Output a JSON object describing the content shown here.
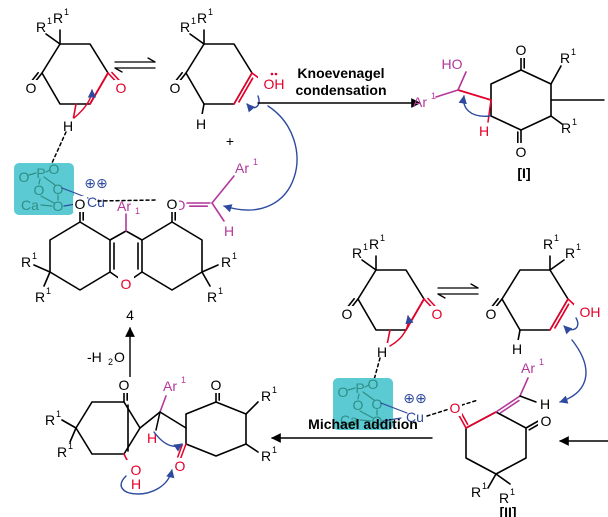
{
  "colors": {
    "bond": "#000000",
    "red": "#e4002b",
    "magenta": "#b4379b",
    "blue": "#2e4a9e",
    "teal": "#2f8f87",
    "catalyst_fill": "#5ccad2"
  },
  "labels": {
    "R": "R",
    "one": "1",
    "O": "O",
    "H": "H",
    "OH": "OH",
    "HO": "HO",
    "Ar": "Ar",
    "Ar_sub": "1",
    "P": "P",
    "Ca": "Ca",
    "Cu": "Cu",
    "plus": "+",
    "cu_charges": "⊕⊕",
    "knoevenagel_line1": "Knoevenagel",
    "knoevenagel_line2": "condensation",
    "michael": "Michael addition",
    "intermediate_1": "[I]",
    "intermediate_2": "[II]",
    "product_number": "4",
    "water_prefix": "-H",
    "water_sub": "2",
    "water_suffix": "O"
  },
  "icons": {
    "equilibrium": "equilibrium-arrows-icon",
    "electron_push": "curved-arrow-icon"
  }
}
